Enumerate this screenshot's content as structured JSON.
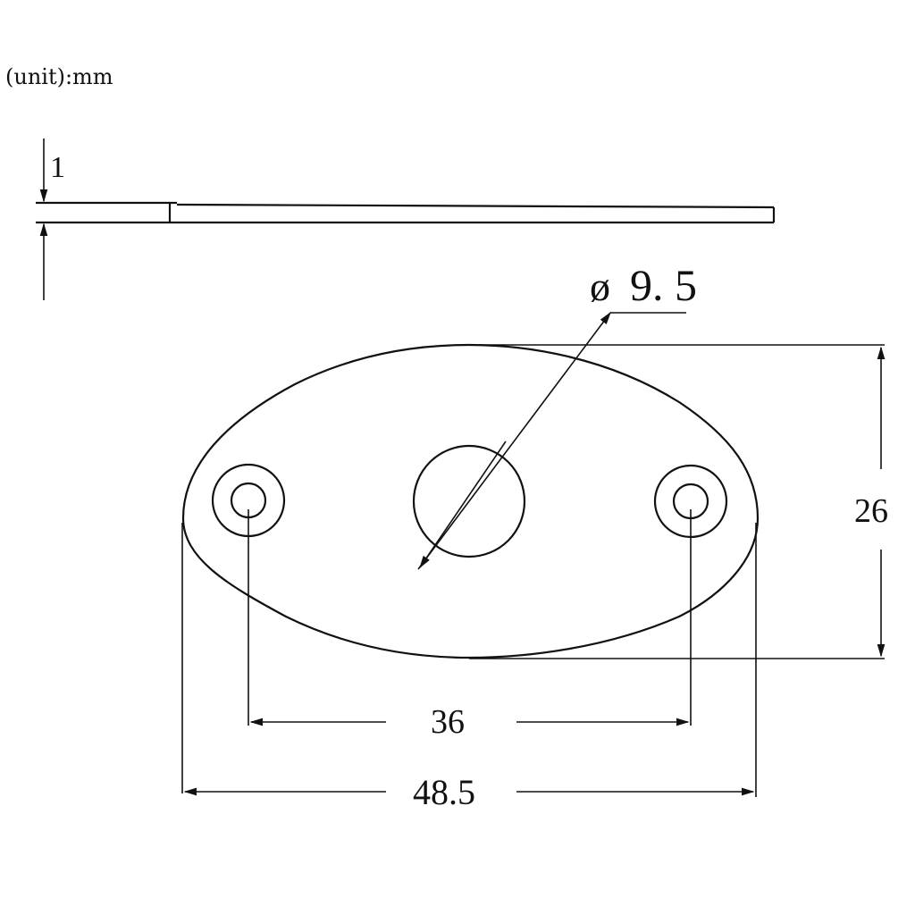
{
  "unit_label": "(unit):mm",
  "dimensions": {
    "thickness": "1",
    "center_hole_diameter_symbol": "ø",
    "center_hole_diameter": "9. 5",
    "height": "26",
    "hole_spacing": "36",
    "overall_length": "48.5"
  },
  "views": {
    "side_view": "thin plate profile",
    "top_view": "oval jack plate with center hole and two mounting holes"
  },
  "colors": {
    "line": "#111111",
    "background": "#ffffff"
  }
}
